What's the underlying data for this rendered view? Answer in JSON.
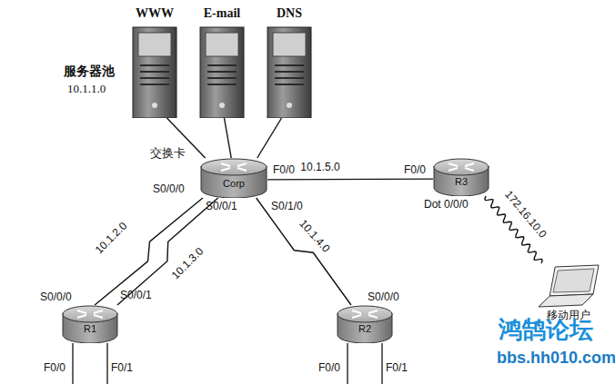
{
  "diagram": {
    "nodes": [
      {
        "text": [
          "WWW"
        ]
      },
      {
        "text": [
          "E-mail"
        ]
      },
      {
        "text": [
          "DNS"
        ]
      },
      {
        "text": [
          "Corp"
        ]
      },
      {
        "text": [
          "R3"
        ]
      },
      {
        "text": [
          "R1"
        ]
      },
      {
        "text": [
          "R2"
        ]
      },
      {
        "text": [
          "移动用户"
        ]
      }
    ],
    "edges": [
      {
        "from": 0,
        "to": 3,
        "arrow": "none"
      },
      {
        "from": 1,
        "to": 3,
        "arrow": "none"
      },
      {
        "from": 2,
        "to": 3,
        "arrow": "none"
      },
      {
        "from": 3,
        "to": 4,
        "label": "10.1.5.0",
        "arrow": "none"
      },
      {
        "from": 3,
        "to": 5,
        "label": "10.1.2.0",
        "arrow": "none"
      },
      {
        "from": 3,
        "to": 5,
        "label": "10.1.3.0",
        "arrow": "none"
      },
      {
        "from": 3,
        "to": 6,
        "label": "10.1.4.0",
        "arrow": "none"
      },
      {
        "from": 4,
        "to": 7,
        "label": "172.16.10.0",
        "arrow": "none"
      }
    ],
    "labels": [
      "服务器池",
      "10.1.1.0",
      "交换卡",
      "S0/0/0",
      "F0/0",
      "S0/0/1",
      "S0/1/0",
      "F0/0",
      "Dot 0/0/0",
      "S0/0/0",
      "S0/0/1",
      "S0/0/0",
      "F0/0",
      "F0/1",
      "F0/0",
      "F0/1",
      "鸿鹄论坛",
      "bbs.hh010.com"
    ]
  }
}
